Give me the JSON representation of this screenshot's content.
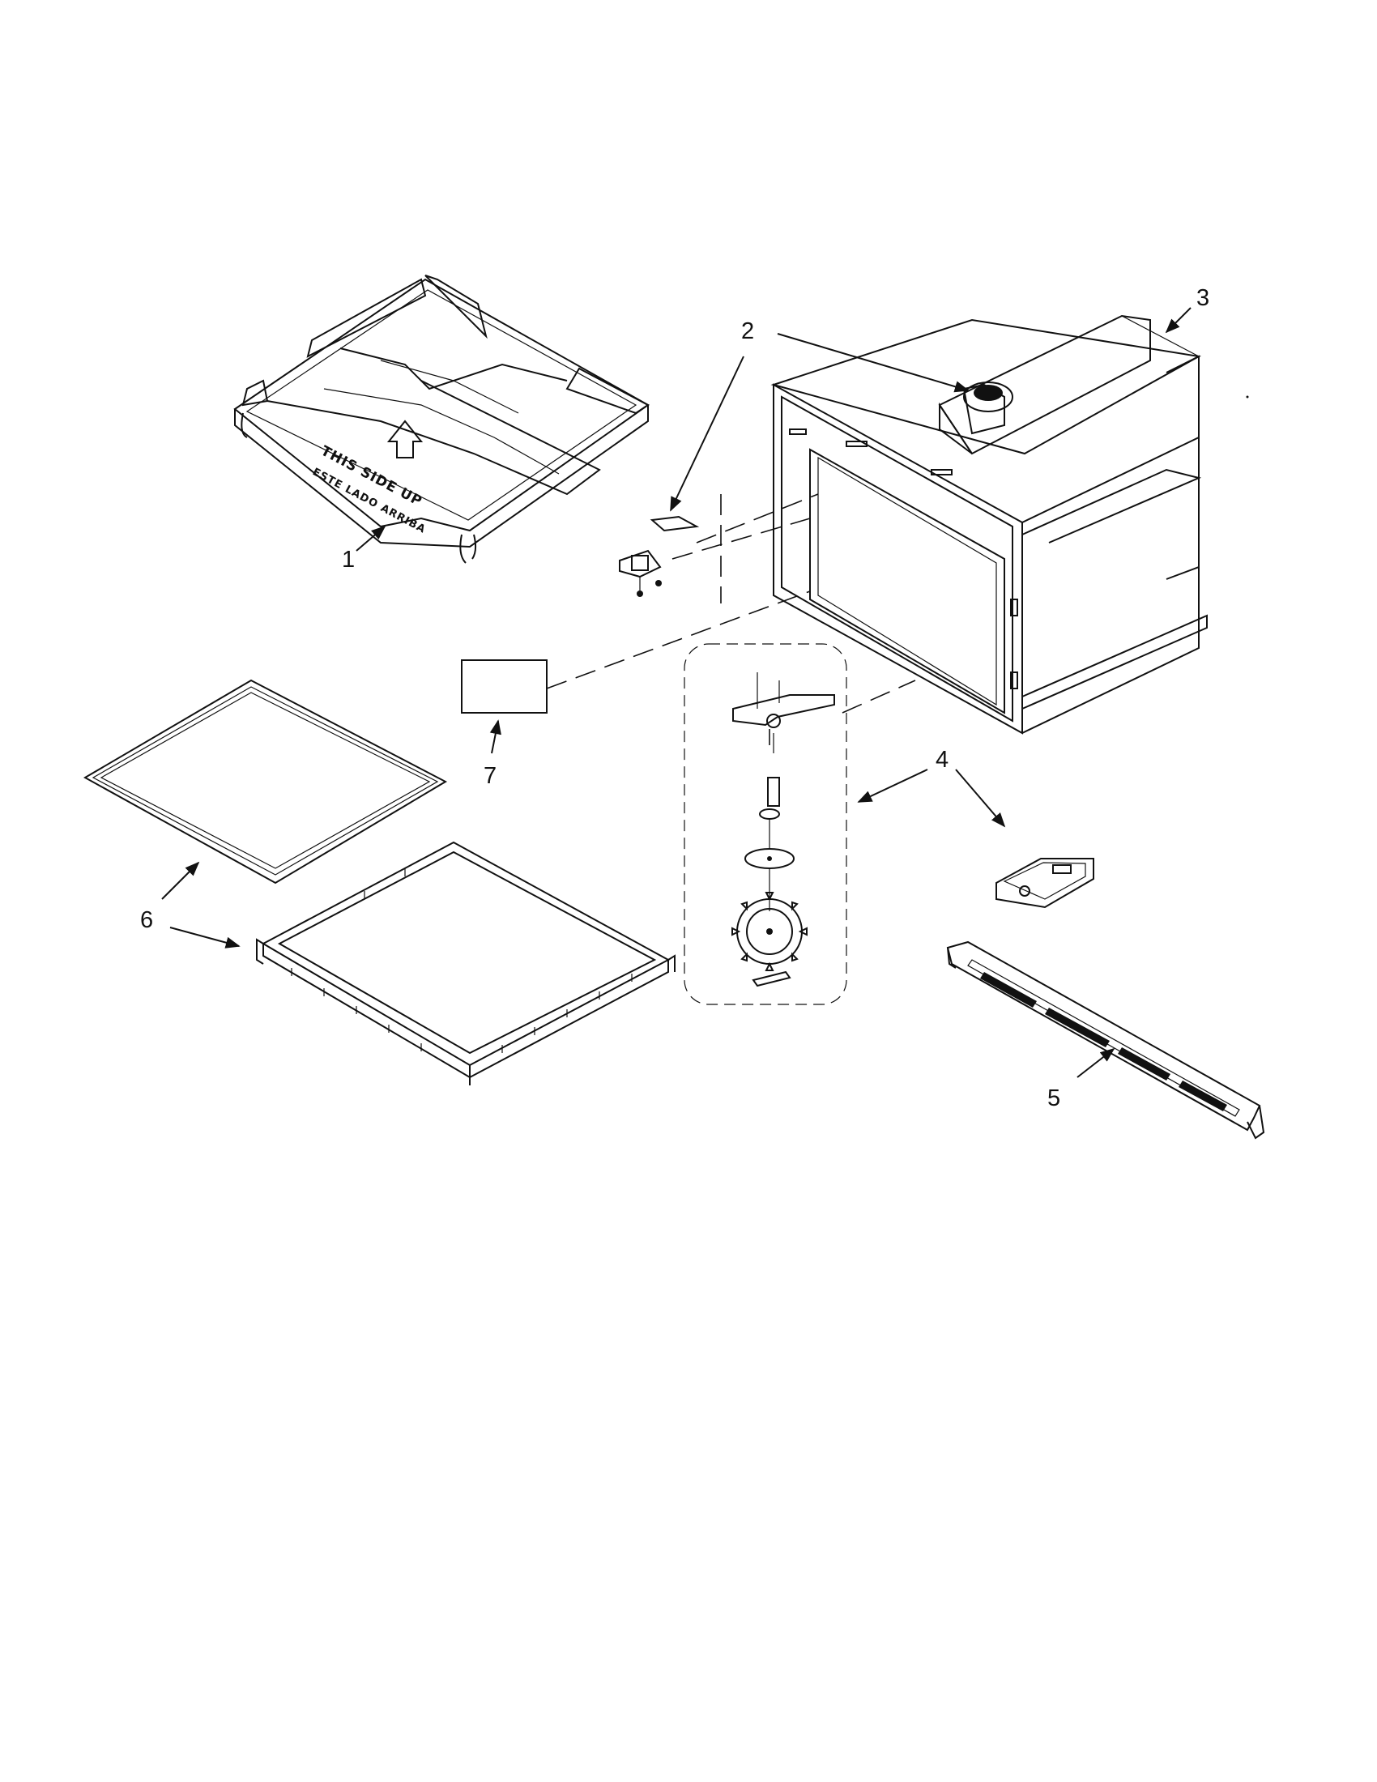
{
  "diagram": {
    "callouts": [
      {
        "id": "1",
        "label": "1"
      },
      {
        "id": "2",
        "label": "2"
      },
      {
        "id": "3",
        "label": "3"
      },
      {
        "id": "4",
        "label": "4"
      },
      {
        "id": "5",
        "label": "5"
      },
      {
        "id": "6",
        "label": "6"
      },
      {
        "id": "7",
        "label": "7"
      }
    ],
    "tray_text": {
      "line1": "THIS SIDE UP",
      "line2": "ESTE LADO ARRIBA"
    }
  }
}
